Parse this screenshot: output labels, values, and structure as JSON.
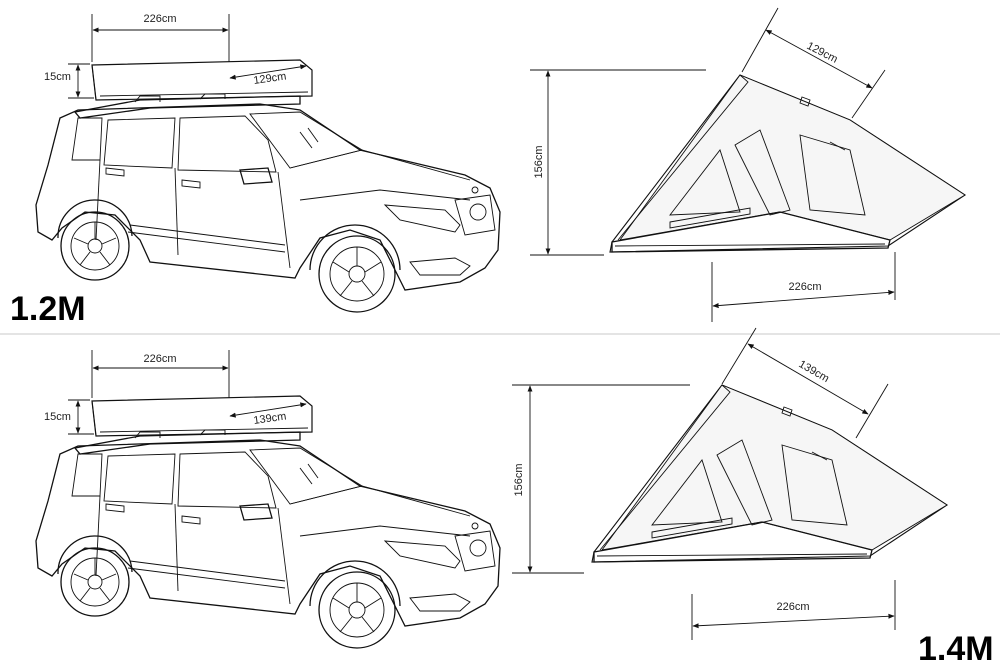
{
  "panels": [
    {
      "model_label": "1.2M",
      "car_dims": {
        "length": "226cm",
        "height": "15cm",
        "width": "129cm"
      },
      "tent_dims": {
        "width": "129cm",
        "height": "156cm",
        "length": "226cm"
      }
    },
    {
      "model_label": "1.4M",
      "car_dims": {
        "length": "226cm",
        "height": "15cm",
        "width": "139cm"
      },
      "tent_dims": {
        "width": "139cm",
        "height": "156cm",
        "length": "226cm"
      }
    }
  ],
  "colors": {
    "line": "#111111",
    "divider": "#c8c8c8",
    "background": "#ffffff"
  }
}
